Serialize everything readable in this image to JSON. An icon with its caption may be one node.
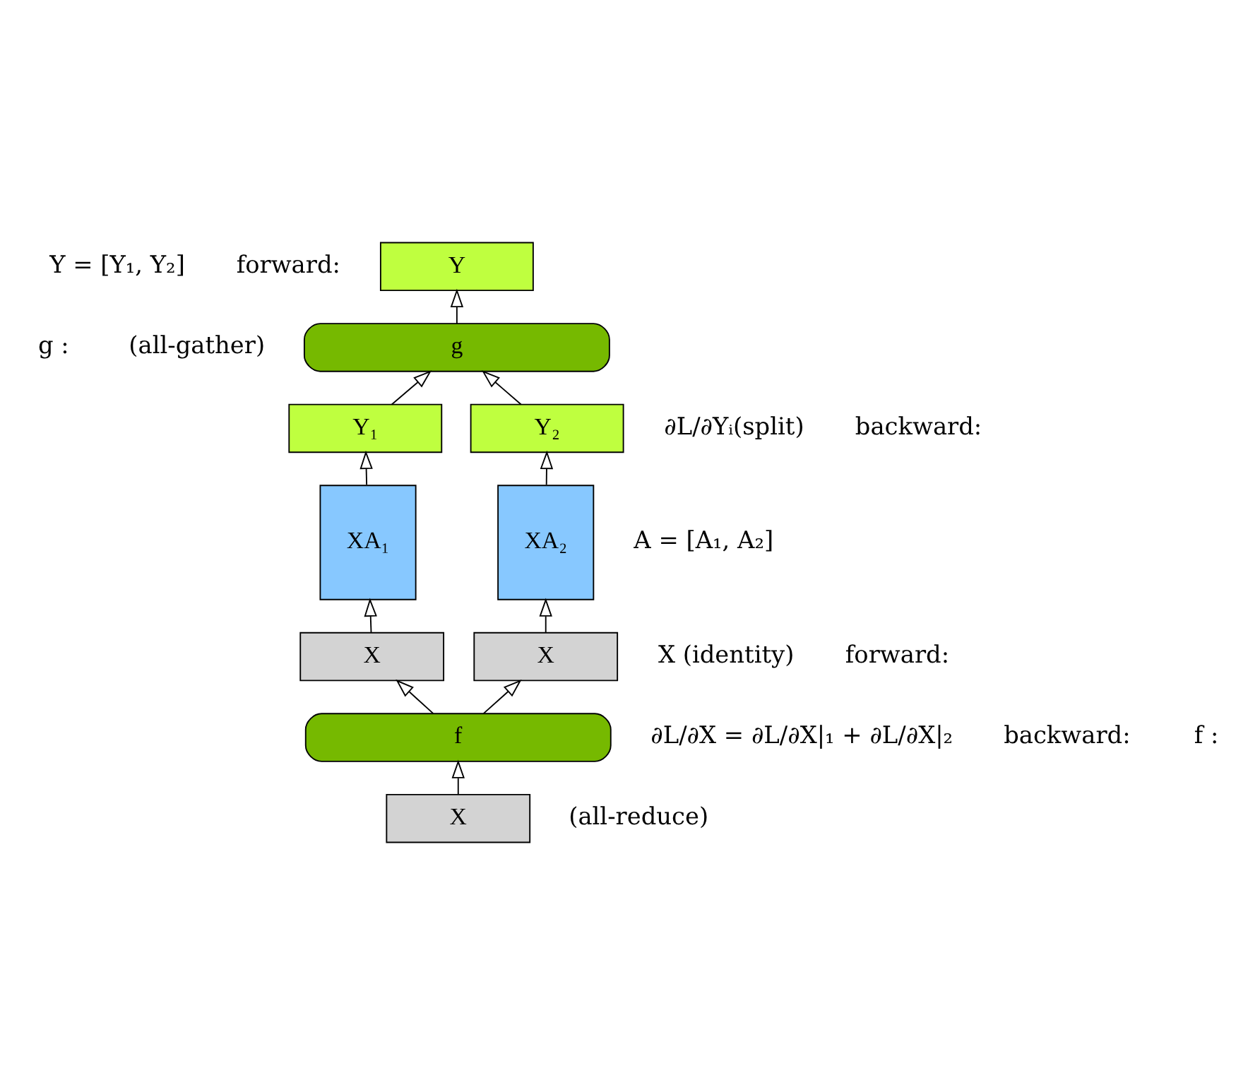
{
  "diagram": {
    "nodes": [
      {
        "text": [
          "Y"
        ]
      },
      {
        "text": [
          "g"
        ]
      },
      {
        "text": [
          "Y₁"
        ]
      },
      {
        "text": [
          "Y₂"
        ]
      },
      {
        "text": [
          "XA₁"
        ]
      },
      {
        "text": [
          "XA₂"
        ]
      },
      {
        "text": [
          "X"
        ]
      },
      {
        "text": [
          "X"
        ]
      },
      {
        "text": [
          "f"
        ]
      },
      {
        "text": [
          "X"
        ]
      }
    ],
    "edges": [
      {
        "from": 9,
        "to": 8,
        "arrow": "to"
      },
      {
        "from": 8,
        "to": 6,
        "arrow": "to"
      },
      {
        "from": 8,
        "to": 7,
        "arrow": "to"
      },
      {
        "from": 6,
        "to": 4,
        "arrow": "to"
      },
      {
        "from": 7,
        "to": 5,
        "arrow": "to"
      },
      {
        "from": 4,
        "to": 2,
        "arrow": "to"
      },
      {
        "from": 5,
        "to": 3,
        "arrow": "to"
      },
      {
        "from": 2,
        "to": 1,
        "arrow": "to"
      },
      {
        "from": 3,
        "to": 1,
        "arrow": "to"
      },
      {
        "from": 1,
        "to": 0,
        "arrow": "to"
      }
    ],
    "labels": [
      "g :",
      "forward:",
      "Y = [Y₁, Y₂]",
      "(all-gather)",
      "backward:",
      "∂L/∂Yᵢ(split)",
      "A = [A₁, A₂]",
      "f :",
      "forward:",
      "X (identity)",
      "backward:",
      "∂L/∂X = ∂L/∂X|₁ + ∂L/∂X|₂",
      "(all-reduce)"
    ]
  }
}
